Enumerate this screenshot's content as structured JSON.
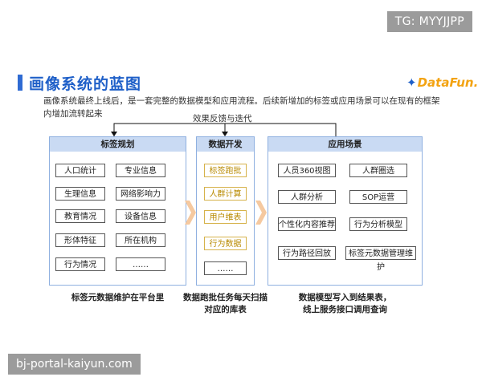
{
  "watermarks": {
    "top_right": "TG: MYYJJPP",
    "bottom_left": "bj-portal-kaiyun.com"
  },
  "header": {
    "title": "画像系统的蓝图",
    "logo_text": "DataFun."
  },
  "intro_text": "画像系统最终上线后，是一套完整的数据模型和应用流程。后续新增加的标签或应用场景可以在现有的框架内增加流转起来",
  "feedback_label": "效果反馈与迭代",
  "panels": {
    "tag_planning": {
      "title": "标签规划",
      "items": [
        "人口统计",
        "专业信息",
        "生理信息",
        "网络影响力",
        "教育情况",
        "设备信息",
        "形体特征",
        "所在机构",
        "行为情况",
        "……"
      ],
      "caption": "标签元数据维护在平台里"
    },
    "data_dev": {
      "title": "数据开发",
      "items": [
        "标签跑批",
        "人群计算",
        "用户维表",
        "行为数据",
        "……"
      ],
      "caption_line1": "数据跑批任务每天扫描",
      "caption_line2": "对应的库表"
    },
    "scenarios": {
      "title": "应用场景",
      "items": [
        "人员360视图",
        "人群圈选",
        "人群分析",
        "SOP运营",
        "个性化内容推荐",
        "行为分析模型",
        "行为路径回放",
        "标签元数据管理维护"
      ],
      "caption_line1": "数据模型写入到结果表，",
      "caption_line2": "线上服务接口调用查询"
    }
  },
  "colors": {
    "accent": "#1e5fc8",
    "panel_header": "#c9daf3",
    "panel_border": "#8fb0e0",
    "flow_arrow": "#f5c9a0",
    "gold_text": "#b88a00"
  }
}
